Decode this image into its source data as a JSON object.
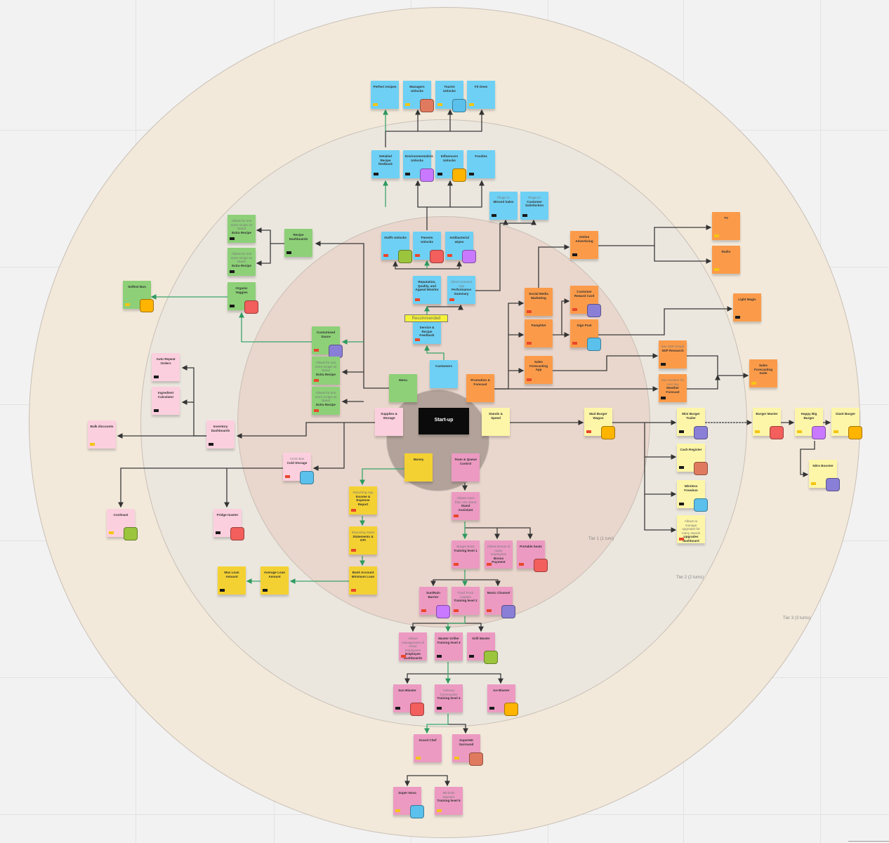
{
  "diagram": {
    "center": "Start-up",
    "recommended_label": "Recommended",
    "tiers": [
      "Tier 1 (1 turn)",
      "Tier 2 (2 turns)",
      "Tier 3 (3 turns)"
    ],
    "colors": {
      "tier1_tag": "#e8472b",
      "tier2_tag": "#1a1a1a",
      "tier3_tag": "#f4c514",
      "ring_outer": "#f2e8d9",
      "ring_tier2": "#eae6df",
      "ring_tier1": "#e9d6cc",
      "ring_center": "#b3a29a",
      "arrow": "#444444",
      "arrow_recommended": "#3aa56a"
    }
  },
  "notes": [
    {
      "id": "perfect-recipes",
      "title": "Perfect recipes",
      "color": "blue",
      "tag": "yellow"
    },
    {
      "id": "managers-unlocks",
      "title": "Managers Unlocks",
      "color": "blue",
      "tag": "yellow",
      "icon": "office-building-icon"
    },
    {
      "id": "tourist-unlocks",
      "title": "Tourist Unlocks",
      "color": "blue",
      "tag": "yellow",
      "icon": "statue-icon"
    },
    {
      "id": "fit-ones",
      "title": "Fit Ones",
      "color": "blue",
      "tag": "yellow"
    },
    {
      "id": "detailed-recipe-feedback",
      "title": "Detailed Recipe feedback",
      "color": "blue",
      "tag": "black"
    },
    {
      "id": "environmentalists-unlocks",
      "title": "Environmentalists Unlocks",
      "color": "blue",
      "tag": "black",
      "icon": "fountain-icon"
    },
    {
      "id": "influencers-unlocks",
      "title": "Influencers Unlocks",
      "color": "blue",
      "tag": "black",
      "icon": "tower-icon"
    },
    {
      "id": "foodies",
      "title": "Foodies",
      "color": "blue",
      "tag": "black"
    },
    {
      "id": "plugin-missed-sales",
      "title": "Missed Sales",
      "sub": "Plugin in",
      "color": "blue",
      "tag": "black"
    },
    {
      "id": "plugin-customer-satisfaction",
      "title": "Customer Satisfaction",
      "sub": "Plugin in",
      "color": "blue",
      "tag": "black"
    },
    {
      "id": "staffs-unlocks",
      "title": "Staffs Unlocks",
      "color": "blue",
      "tag": "red",
      "icon": "bus-icon"
    },
    {
      "id": "parents-unlocks",
      "title": "Parents Unlocks",
      "color": "blue",
      "tag": "red",
      "icon": "house-icon"
    },
    {
      "id": "antibacterial-wipes",
      "title": "Antibacterial wipes",
      "color": "blue",
      "tag": "red",
      "icon": "germ-icon"
    },
    {
      "id": "reputation-monitor",
      "title": "Reputation, Quality, and Appeal Monitor",
      "color": "blue",
      "tag": "red"
    },
    {
      "id": "client-connect",
      "title": "Performance Summary",
      "sub": "Client Connect App",
      "color": "blue",
      "tag": "red"
    },
    {
      "id": "service-recipe-feedback",
      "title": "Service & Recipe Feedback",
      "color": "blue",
      "tag": "red"
    },
    {
      "id": "customers",
      "title": "Customers",
      "color": "blue"
    },
    {
      "id": "online-advertising",
      "title": "Online Advertising",
      "color": "orange",
      "tag": "black"
    },
    {
      "id": "tv",
      "title": "TV",
      "color": "orange",
      "tag": "yellow"
    },
    {
      "id": "radio",
      "title": "Radio",
      "color": "orange",
      "tag": "yellow"
    },
    {
      "id": "social-media-marketing",
      "title": "Social Media Marketing",
      "color": "orange",
      "tag": "red"
    },
    {
      "id": "customer-reward-card",
      "title": "Customer Reward Card",
      "color": "orange",
      "tag": "red",
      "icon": "reward-card-icon"
    },
    {
      "id": "pamphlet",
      "title": "Pamphlet",
      "color": "orange",
      "tag": "red"
    },
    {
      "id": "sign-post",
      "title": "Sign Post",
      "color": "orange",
      "tag": "red",
      "icon": "signpost-icon"
    },
    {
      "id": "light-magic",
      "title": "Light Magic",
      "color": "orange",
      "tag": "black"
    },
    {
      "id": "sales-forecasting-app",
      "title": "Sales Forecasting App",
      "color": "orange",
      "tag": "red"
    },
    {
      "id": "sdp-research",
      "title": "SDP Research",
      "sub": "See SDP Graph",
      "color": "orange",
      "tag": "black"
    },
    {
      "id": "weather-forecast",
      "title": "Weather Forecast",
      "sub": "See weather for next day",
      "color": "orange",
      "tag": "black"
    },
    {
      "id": "sales-forecasting-suite",
      "title": "Sales Forecasting Suite",
      "color": "orange",
      "tag": "yellow"
    },
    {
      "id": "promotion-forecast",
      "title": "Promotion & Forecast",
      "color": "orange"
    },
    {
      "id": "extra-recipe-1",
      "title": "Extra Recipe",
      "sub": "Allows for one more recipe on Stand",
      "color": "green",
      "tag": "black"
    },
    {
      "id": "extra-recipe-2",
      "title": "Extra Recipe",
      "sub": "Allows for one more recipe on Stand",
      "color": "green",
      "tag": "black"
    },
    {
      "id": "organic-veggies",
      "title": "Organic Veggies",
      "color": "green",
      "tag": "black",
      "icon": "veggie-basket-icon"
    },
    {
      "id": "recipe-dashboards",
      "title": "Recipe Dashboards",
      "color": "green",
      "tag": "black"
    },
    {
      "id": "softest-bun",
      "title": "Softest Bun",
      "color": "green",
      "tag": "yellow",
      "icon": "bun-icon"
    },
    {
      "id": "customised-sauce",
      "title": "Customised Sauce",
      "color": "green",
      "tag": "red",
      "icon": "sauce-bottles-icon"
    },
    {
      "id": "extra-recipe-3",
      "title": "Extra Recipe",
      "sub": "Allows for one more recipe on Stand",
      "color": "green",
      "tag": "red"
    },
    {
      "id": "extra-recipe-4",
      "title": "Extra Recipe",
      "sub": "Allows for one more recipe on Stand",
      "color": "green",
      "tag": "red"
    },
    {
      "id": "menu",
      "title": "Menu",
      "color": "green"
    },
    {
      "id": "auto-repeat-orders",
      "title": "Auto Repeat Orders",
      "color": "lpink",
      "tag": "black"
    },
    {
      "id": "ingredient-calculator",
      "title": "Ingredient Calculator",
      "color": "lpink",
      "tag": "black"
    },
    {
      "id": "bulk-discounts",
      "title": "Bulk discounts",
      "color": "lpink",
      "tag": "yellow"
    },
    {
      "id": "inventory-dashboards",
      "title": "Inventory Dashboards",
      "color": "lpink",
      "tag": "black"
    },
    {
      "id": "supplies-storage",
      "title": "Supplies & Storage",
      "color": "lpink"
    },
    {
      "id": "cold-storage",
      "title": "Cold Storage",
      "sub": "Arctic Box",
      "color": "lpink",
      "tag": "red",
      "icon": "penguin-icon"
    },
    {
      "id": "coolmast",
      "title": "Coolmast",
      "color": "lpink",
      "tag": "yellow",
      "icon": "robot-fridge-icon"
    },
    {
      "id": "fridge-master",
      "title": "Fridge-master",
      "color": "lpink",
      "tag": "black",
      "icon": "fridge-icon"
    },
    {
      "id": "stands-speed",
      "title": "Stands & Speed",
      "color": "lyellow"
    },
    {
      "id": "mad-burger-wagon",
      "title": "Mad Burger Wagon",
      "color": "lyellow",
      "tag": "red",
      "icon": "panda-cart-icon"
    },
    {
      "id": "mini-burger-trailer",
      "title": "Mini Burger Trailer",
      "color": "lyellow",
      "tag": "black",
      "icon": "trailer-icon"
    },
    {
      "id": "cash-register",
      "title": "Cash Register",
      "color": "lyellow",
      "tag": "black",
      "icon": "cash-register-icon"
    },
    {
      "id": "wireless-freedom",
      "title": "Wireless Freedom",
      "color": "lyellow",
      "tag": "black",
      "icon": "card-terminal-icon"
    },
    {
      "id": "upgrades-dashboard",
      "title": "Upgrades dashboard",
      "sub": "Allows to manage upgrades for many stands",
      "color": "lyellow",
      "tag": "red"
    },
    {
      "id": "burger-master",
      "title": "Burger Master",
      "color": "lyellow",
      "tag": "yellow",
      "icon": "burger-stand-icon"
    },
    {
      "id": "happy-big-burger",
      "title": "Happy Big Burger",
      "color": "lyellow",
      "tag": "yellow",
      "icon": "shark-car-icon"
    },
    {
      "id": "giant-burger",
      "title": "Giant Burger",
      "color": "lyellow",
      "tag": "yellow",
      "icon": "burger-truck-icon"
    },
    {
      "id": "nitro-booster",
      "title": "Nitro Booster",
      "color": "lyellow",
      "tag": "yellow",
      "icon": "nitro-kart-icon"
    },
    {
      "id": "money",
      "title": "Money",
      "color": "yellow"
    },
    {
      "id": "reporting-income",
      "title": "Income & Expense Report",
      "sub": "Reporting App",
      "color": "yellow",
      "tag": "red"
    },
    {
      "id": "reporting-sales",
      "title": "Statements & KPI",
      "sub": "Reporting Sales",
      "color": "yellow",
      "tag": "red"
    },
    {
      "id": "bank-account",
      "title": "Bank Account Minimum Loan",
      "color": "yellow",
      "tag": "red"
    },
    {
      "id": "average-loan",
      "title": "Average Loan Amount",
      "color": "yellow",
      "tag": "black"
    },
    {
      "id": "max-loan",
      "title": "Max Loan Amount",
      "color": "yellow",
      "tag": "black"
    },
    {
      "id": "team-queue",
      "title": "Team & Queue Control",
      "color": "pink"
    },
    {
      "id": "stand-assistant",
      "title": "Stand Assistant",
      "sub": "Allows more than one stand",
      "color": "pink",
      "tag": "red"
    },
    {
      "id": "burger-boss",
      "title": "Training level 1",
      "sub": "Burger Boss",
      "color": "pink",
      "tag": "red"
    },
    {
      "id": "bonus-payment",
      "title": "Bonus Payment",
      "sub": "Allows Bonus of many employees",
      "color": "pink",
      "tag": "red"
    },
    {
      "id": "portable-beats",
      "title": "Portable beats",
      "color": "pink",
      "tag": "red",
      "icon": "boombox-icon"
    },
    {
      "id": "sun-rain-barrier",
      "title": "Sun/Rain Barrier",
      "color": "pink",
      "tag": "red",
      "icon": "umbrella-icon"
    },
    {
      "id": "food-truck-captain",
      "title": "Training level 2",
      "sub": "Food Truck Captain",
      "color": "pink",
      "tag": "red"
    },
    {
      "id": "music-channel",
      "title": "Music Channel",
      "color": "pink",
      "tag": "red",
      "icon": "music-screen-icon"
    },
    {
      "id": "employee-dashboards",
      "title": "Employee Dashboards",
      "sub": "Allows management of many employees",
      "color": "pink",
      "tag": "red"
    },
    {
      "id": "master-griller",
      "title": "Master Griller Training level 3",
      "color": "pink",
      "tag": "black"
    },
    {
      "id": "grill-master",
      "title": "Grill Master",
      "color": "pink",
      "tag": "black",
      "icon": "grill-icon"
    },
    {
      "id": "sun-blaster",
      "title": "Sun Blaster",
      "color": "pink",
      "tag": "black",
      "icon": "heater-icon"
    },
    {
      "id": "culinary-commander",
      "title": "Training level 4",
      "sub": "Culinary Commander",
      "color": "pink",
      "tag": "black"
    },
    {
      "id": "ice-blaster",
      "title": "Ice Blaster",
      "color": "pink",
      "tag": "black",
      "icon": "ice-fan-icon"
    },
    {
      "id": "grand-chef",
      "title": "Grand Chef",
      "color": "pink",
      "tag": "yellow"
    },
    {
      "id": "superhd-surround",
      "title": "SuperHD Surround",
      "color": "pink",
      "tag": "yellow",
      "icon": "speakers-icon"
    },
    {
      "id": "super-nova",
      "title": "Super Nova",
      "color": "pink",
      "tag": "yellow",
      "icon": "nova-orb-icon"
    },
    {
      "id": "michelin-maestro",
      "title": "Training level 5",
      "sub": "Michelin Maestro",
      "color": "pink",
      "tag": "yellow"
    }
  ]
}
